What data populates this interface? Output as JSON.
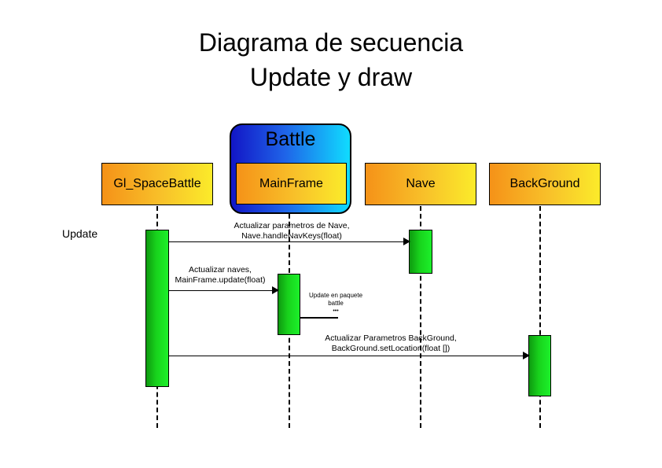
{
  "title": {
    "line1": "Diagrama de secuencia",
    "line2": "Update y draw"
  },
  "group": {
    "label": "Battle"
  },
  "participants": [
    {
      "label": "Gl_SpaceBattle"
    },
    {
      "label": "MainFrame"
    },
    {
      "label": "Nave"
    },
    {
      "label": "BackGround"
    }
  ],
  "side_label": "Update",
  "messages": [
    {
      "line1": "Actualizar parametros de Nave,",
      "line2": "Nave.handleNavKeys(float)"
    },
    {
      "line1": "Actualizar naves,",
      "line2": "MainFrame.update(float)"
    },
    {
      "line1": "Actualizar Parametros BackGround,",
      "line2": "BackGround.setLocation(float [])"
    }
  ],
  "note": {
    "line1": "Update en paquete",
    "line2": "battle",
    "ellipsis": "•••"
  },
  "colors": {
    "participant_gradient": [
      "#f59218",
      "#fbeb2a"
    ],
    "activation_gradient": [
      "#0e9a10",
      "#1cf02a"
    ],
    "group_gradient": [
      "#1216c6",
      "#10dcff"
    ]
  }
}
